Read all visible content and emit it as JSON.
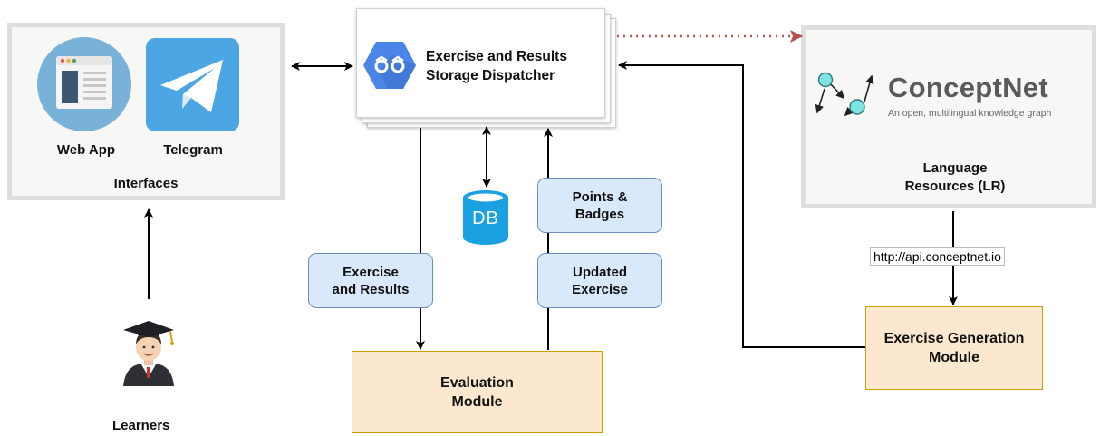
{
  "interfaces": {
    "title": "Interfaces",
    "web_app_label": "Web App",
    "telegram_label": "Telegram"
  },
  "dispatcher": {
    "title_line1": "Exercise and Results",
    "title_line2": "Storage Dispatcher"
  },
  "db": {
    "label": "DB"
  },
  "language_resources": {
    "logo_text": "ConceptNet",
    "tagline": "An open, multilingual knowledge graph",
    "title_line1": "Language",
    "title_line2": "Resources (LR)"
  },
  "api_url": "http://api.conceptnet.io",
  "pills": {
    "exercise_results_line1": "Exercise",
    "exercise_results_line2": "and Results",
    "points_line1": "Points &",
    "points_line2": "Badges",
    "updated_line1": "Updated",
    "updated_line2": "Exercise"
  },
  "modules": {
    "evaluation_line1": "Evaluation",
    "evaluation_line2": "Module",
    "generation_line1": "Exercise Generation",
    "generation_line2": "Module"
  },
  "learners": {
    "label": "Learners"
  },
  "colors": {
    "pill_fill": "#dae8fc",
    "pill_stroke": "#6c8ebf",
    "module_fill": "#fce7cf",
    "module_stroke": "#d79b00",
    "dotted_arrow": "#b85450",
    "telegram_blue": "#4ba6e3",
    "db_blue": "#1ba1e2",
    "dispatcher_icon_blue": "#4a86e8"
  }
}
